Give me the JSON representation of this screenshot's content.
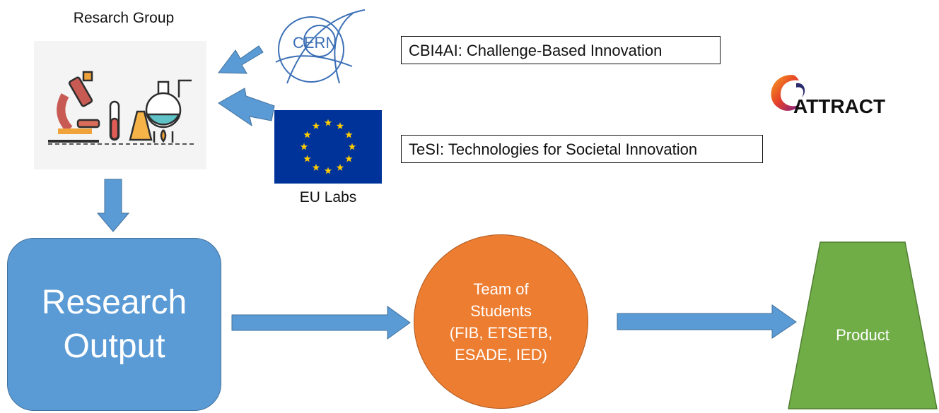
{
  "research_group": {
    "title": "Resarch Group"
  },
  "cern": {
    "logo_text": "CERN"
  },
  "eu": {
    "label": "EU Labs"
  },
  "programs": {
    "cbi": "CBI4AI: Challenge-Based Innovation",
    "tesi": "TeSI: Technologies for Societal Innovation"
  },
  "attract": {
    "logo_text": "ATTRACT"
  },
  "research_output": {
    "line1": "Research",
    "line2": "Output"
  },
  "team": {
    "lines": [
      "Team of",
      "Students",
      "(FIB, ETSETB,",
      "ESADE, IED)"
    ]
  },
  "product": {
    "label": "Product"
  },
  "colors": {
    "blue": "#5b9bd5",
    "orange": "#ed7d31",
    "green": "#70ad47",
    "eu_blue": "#003399",
    "eu_star": "#ffcc00"
  }
}
